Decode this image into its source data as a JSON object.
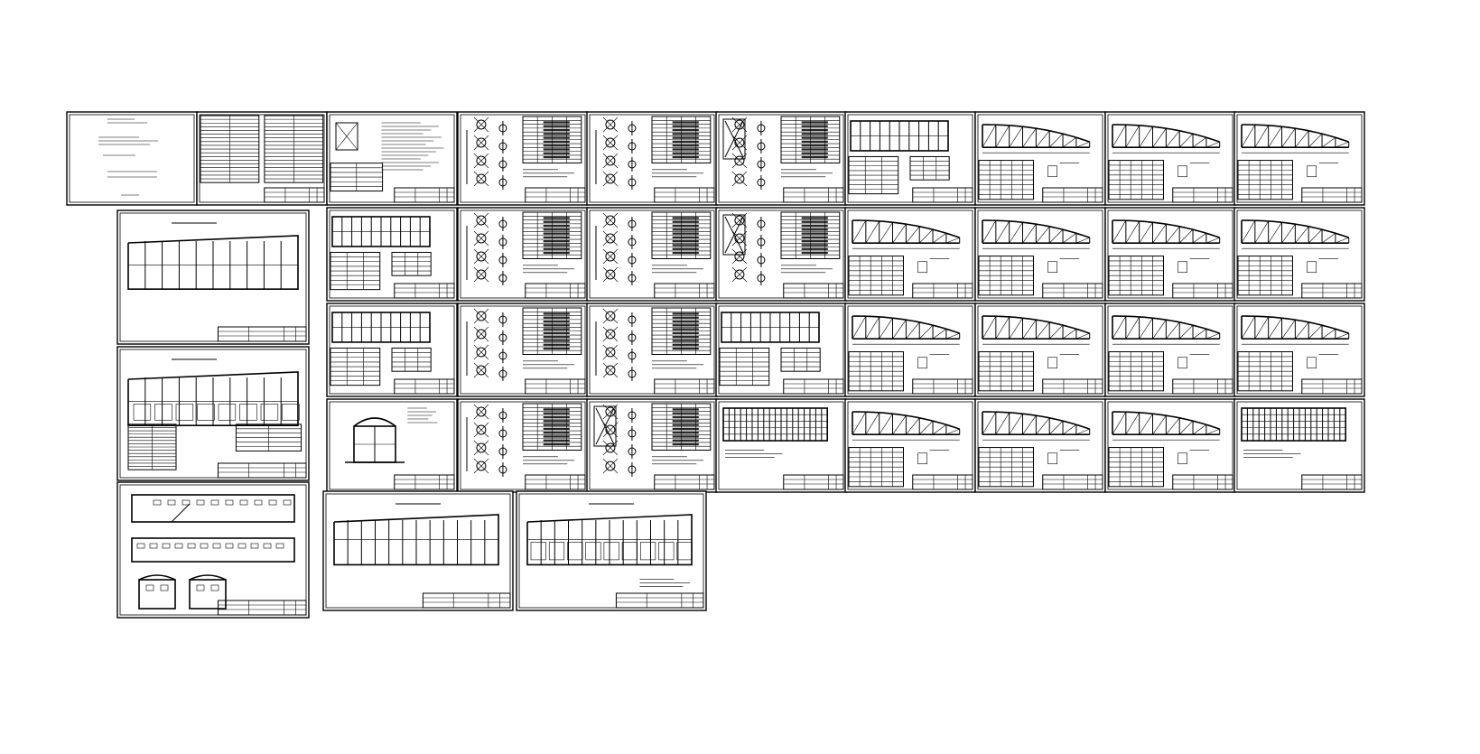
{
  "drawing_set": {
    "background_color": "#ffffff",
    "line_color": "#000000",
    "sheets": [
      {
        "kind": "title-page"
      },
      {
        "kind": "contents"
      },
      {
        "kind": "notes"
      },
      {
        "kind": "nodes"
      },
      {
        "kind": "nodes"
      },
      {
        "kind": "nodes-cross"
      },
      {
        "kind": "frame-plan"
      },
      {
        "kind": "truss"
      },
      {
        "kind": "truss"
      },
      {
        "kind": "truss"
      },
      {
        "kind": "plan-portrait"
      },
      {
        "kind": "plan-rooms"
      },
      {
        "kind": "elevations"
      },
      {
        "kind": "frame-plan"
      },
      {
        "kind": "nodes"
      },
      {
        "kind": "nodes-cross"
      },
      {
        "kind": "truss"
      },
      {
        "kind": "section"
      },
      {
        "kind": "hatched-plan"
      },
      {
        "kind": "plan-large"
      },
      {
        "kind": "plan-large-rooms"
      }
    ]
  }
}
